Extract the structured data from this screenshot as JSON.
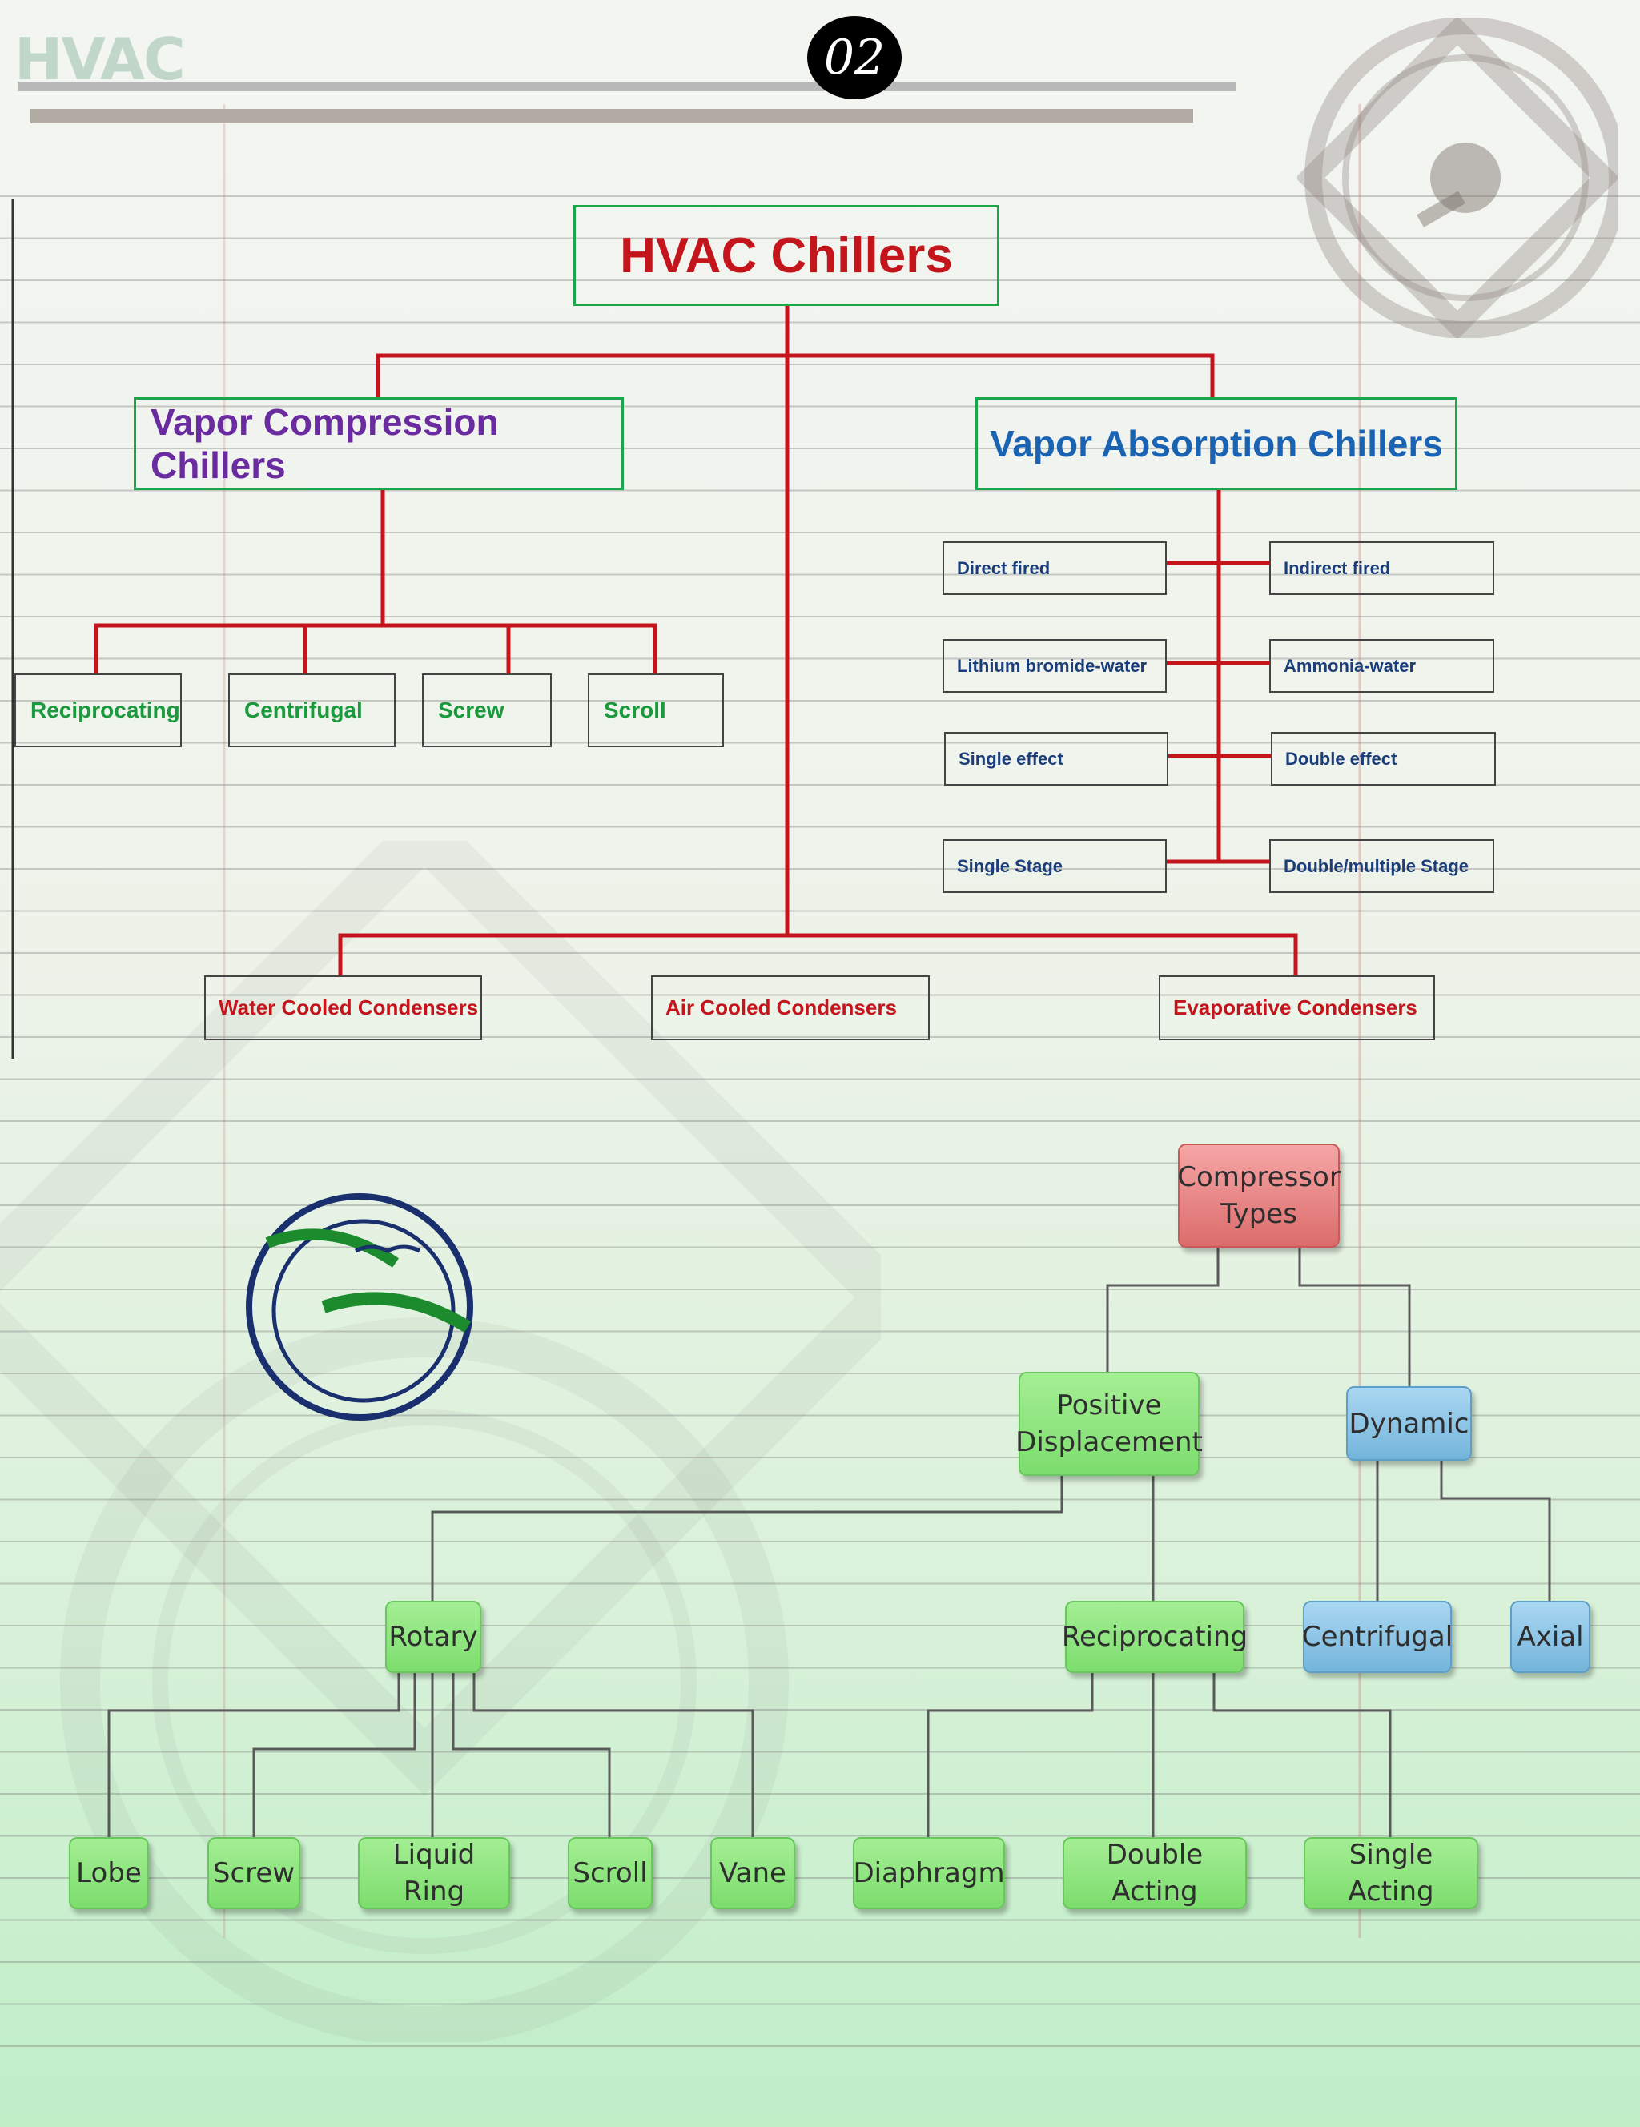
{
  "header": {
    "section": "HVAC",
    "page_number": "02"
  },
  "chiller_chart": {
    "title": "HVAC Chillers",
    "compression": {
      "label": "Vapor Compression Chillers",
      "types": [
        "Reciprocating",
        "Centrifugal",
        "Screw",
        "Scroll"
      ]
    },
    "absorption": {
      "label": "Vapor Absorption Chillers",
      "options": [
        [
          "Direct fired",
          "Indirect fired"
        ],
        [
          "Lithium bromide-water",
          "Ammonia-water"
        ],
        [
          "Single effect",
          "Double effect"
        ],
        [
          "Single Stage",
          "Double/multiple  Stage"
        ]
      ]
    },
    "condensers": [
      "Water Cooled Condensers",
      "Air  Cooled Condensers",
      "Evaporative  Condensers"
    ]
  },
  "compressor_chart": {
    "root": [
      "Compressor",
      "Types"
    ],
    "positive": [
      "Positive",
      "Displacement"
    ],
    "dynamic": "Dynamic",
    "rotary": "Rotary",
    "reciprocating": "Reciprocating",
    "centrifugal": "Centrifugal",
    "axial": "Axial",
    "rotary_types": [
      "Lobe",
      "Screw",
      "Liquid Ring",
      "Scroll",
      "Vane"
    ],
    "reciprocating_types": [
      "Diaphragm",
      "Double Acting",
      "Single Acting"
    ]
  },
  "colors": {
    "red_line": "#c4141c",
    "grey_line": "#5a5a5a",
    "green_border": "#1aa64a"
  }
}
